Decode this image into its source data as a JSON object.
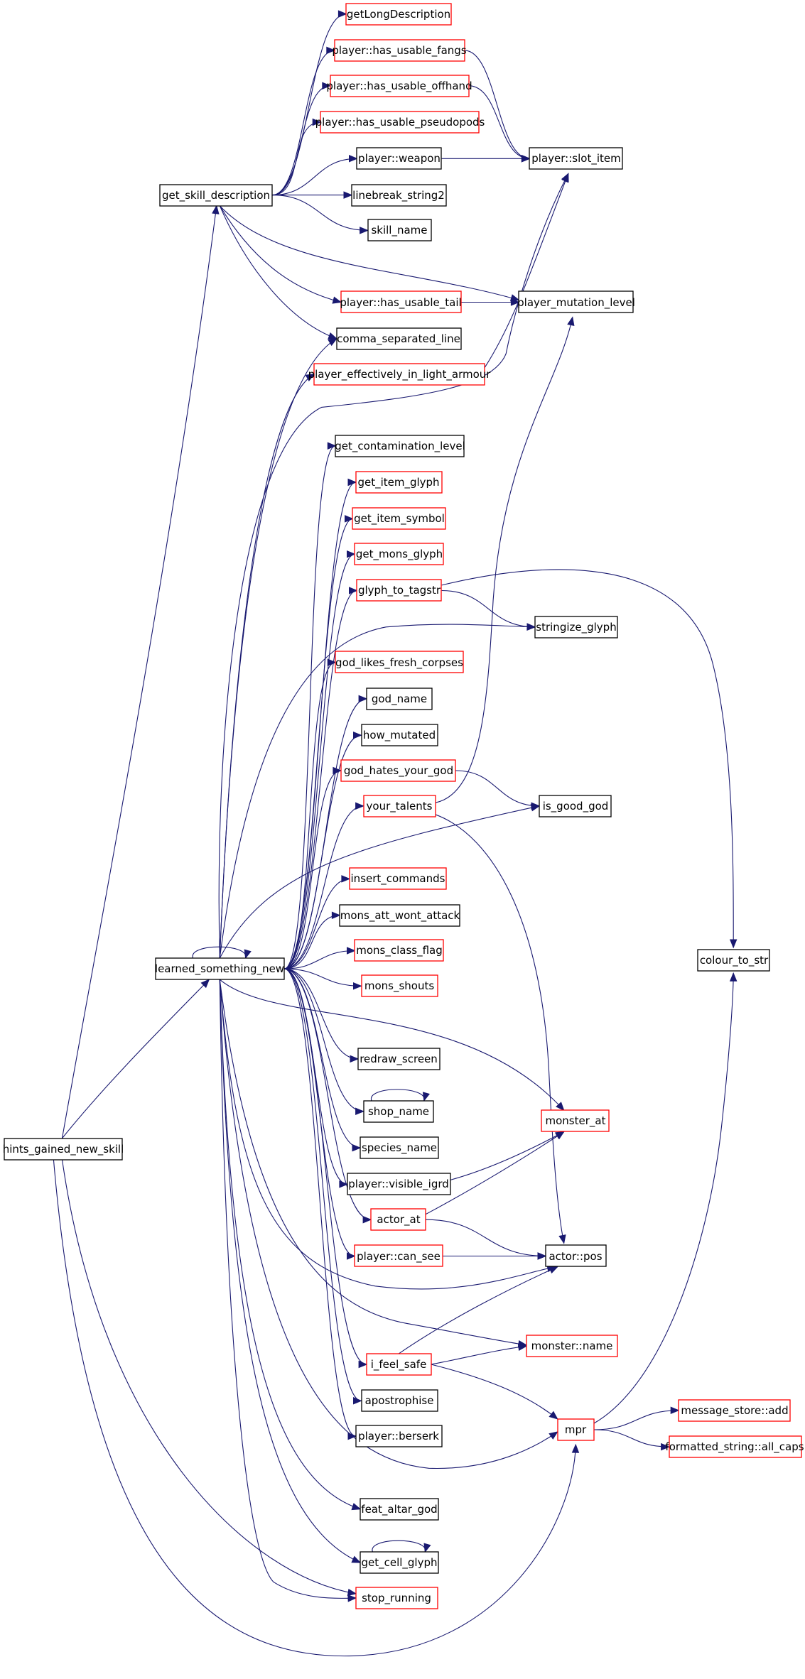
{
  "colors": {
    "edge": "#191970",
    "border_normal": "#000000",
    "border_truncated": "#ff0000",
    "root_fill": "#bfbfbf",
    "background": "#ffffff"
  },
  "nodes": [
    {
      "id": "hints_gained_new_skill",
      "label": "hints_gained_new_skill",
      "style": "root"
    },
    {
      "id": "get_skill_description",
      "label": "get_skill_description",
      "style": "normal"
    },
    {
      "id": "learned_something_new",
      "label": "learned_something_new",
      "style": "normal"
    },
    {
      "id": "getLongDescription",
      "label": "getLongDescription",
      "style": "truncated"
    },
    {
      "id": "has_usable_fangs",
      "label": "player::has_usable_fangs",
      "style": "truncated"
    },
    {
      "id": "has_usable_offhand",
      "label": "player::has_usable_offhand",
      "style": "truncated"
    },
    {
      "id": "has_usable_pseudopods",
      "label": "player::has_usable_pseudopods",
      "style": "truncated"
    },
    {
      "id": "player_weapon",
      "label": "player::weapon",
      "style": "normal"
    },
    {
      "id": "linebreak_string2",
      "label": "linebreak_string2",
      "style": "normal"
    },
    {
      "id": "skill_name",
      "label": "skill_name",
      "style": "normal"
    },
    {
      "id": "has_usable_tail",
      "label": "player::has_usable_tail",
      "style": "truncated"
    },
    {
      "id": "comma_separated_line",
      "label": "comma_separated_line",
      "style": "normal"
    },
    {
      "id": "player_effectively_in_light_armour",
      "label": "player_effectively_in_light_armour",
      "style": "truncated"
    },
    {
      "id": "slot_item",
      "label": "player::slot_item",
      "style": "normal"
    },
    {
      "id": "player_mutation_level",
      "label": "player_mutation_level",
      "style": "normal"
    },
    {
      "id": "get_contamination_level",
      "label": "get_contamination_level",
      "style": "normal"
    },
    {
      "id": "get_item_glyph",
      "label": "get_item_glyph",
      "style": "truncated"
    },
    {
      "id": "get_item_symbol",
      "label": "get_item_symbol",
      "style": "truncated"
    },
    {
      "id": "get_mons_glyph",
      "label": "get_mons_glyph",
      "style": "truncated"
    },
    {
      "id": "glyph_to_tagstr",
      "label": "glyph_to_tagstr",
      "style": "truncated"
    },
    {
      "id": "stringize_glyph",
      "label": "stringize_glyph",
      "style": "normal"
    },
    {
      "id": "god_likes_fresh_corpses",
      "label": "god_likes_fresh_corpses",
      "style": "truncated"
    },
    {
      "id": "god_name",
      "label": "god_name",
      "style": "normal"
    },
    {
      "id": "how_mutated",
      "label": "how_mutated",
      "style": "normal"
    },
    {
      "id": "god_hates_your_god",
      "label": "god_hates_your_god",
      "style": "truncated"
    },
    {
      "id": "your_talents",
      "label": "your_talents",
      "style": "truncated"
    },
    {
      "id": "is_good_god",
      "label": "is_good_god",
      "style": "normal"
    },
    {
      "id": "insert_commands",
      "label": "insert_commands",
      "style": "truncated"
    },
    {
      "id": "mons_att_wont_attack",
      "label": "mons_att_wont_attack",
      "style": "normal"
    },
    {
      "id": "mons_class_flag",
      "label": "mons_class_flag",
      "style": "truncated"
    },
    {
      "id": "mons_shouts",
      "label": "mons_shouts",
      "style": "truncated"
    },
    {
      "id": "colour_to_str",
      "label": "colour_to_str",
      "style": "normal"
    },
    {
      "id": "redraw_screen",
      "label": "redraw_screen",
      "style": "normal"
    },
    {
      "id": "shop_name",
      "label": "shop_name",
      "style": "normal"
    },
    {
      "id": "monster_at",
      "label": "monster_at",
      "style": "truncated"
    },
    {
      "id": "species_name",
      "label": "species_name",
      "style": "normal"
    },
    {
      "id": "visible_igrd",
      "label": "player::visible_igrd",
      "style": "normal"
    },
    {
      "id": "actor_at",
      "label": "actor_at",
      "style": "truncated"
    },
    {
      "id": "player_can_see",
      "label": "player::can_see",
      "style": "truncated"
    },
    {
      "id": "actor_pos",
      "label": "actor::pos",
      "style": "normal"
    },
    {
      "id": "monster_name",
      "label": "monster::name",
      "style": "truncated"
    },
    {
      "id": "i_feel_safe",
      "label": "i_feel_safe",
      "style": "truncated"
    },
    {
      "id": "apostrophise",
      "label": "apostrophise",
      "style": "normal"
    },
    {
      "id": "player_berserk",
      "label": "player::berserk",
      "style": "normal"
    },
    {
      "id": "mpr",
      "label": "mpr",
      "style": "truncated"
    },
    {
      "id": "message_store_add",
      "label": "message_store::add",
      "style": "truncated"
    },
    {
      "id": "formatted_string_all_caps",
      "label": "formatted_string::all_caps",
      "style": "truncated"
    },
    {
      "id": "feat_altar_god",
      "label": "feat_altar_god",
      "style": "normal"
    },
    {
      "id": "get_cell_glyph",
      "label": "get_cell_glyph",
      "style": "normal"
    },
    {
      "id": "stop_running",
      "label": "stop_running",
      "style": "truncated"
    }
  ],
  "edges": [
    [
      "hints_gained_new_skill",
      "get_skill_description"
    ],
    [
      "hints_gained_new_skill",
      "learned_something_new"
    ],
    [
      "hints_gained_new_skill",
      "stop_running"
    ],
    [
      "hints_gained_new_skill",
      "mpr"
    ],
    [
      "get_skill_description",
      "getLongDescription"
    ],
    [
      "get_skill_description",
      "has_usable_fangs"
    ],
    [
      "get_skill_description",
      "has_usable_offhand"
    ],
    [
      "get_skill_description",
      "has_usable_pseudopods"
    ],
    [
      "get_skill_description",
      "player_weapon"
    ],
    [
      "get_skill_description",
      "linebreak_string2"
    ],
    [
      "get_skill_description",
      "skill_name"
    ],
    [
      "get_skill_description",
      "has_usable_tail"
    ],
    [
      "get_skill_description",
      "comma_separated_line"
    ],
    [
      "get_skill_description",
      "player_mutation_level"
    ],
    [
      "has_usable_fangs",
      "slot_item"
    ],
    [
      "has_usable_offhand",
      "slot_item"
    ],
    [
      "player_weapon",
      "slot_item"
    ],
    [
      "has_usable_tail",
      "player_mutation_level"
    ],
    [
      "player_effectively_in_light_armour",
      "slot_item"
    ],
    [
      "learned_something_new",
      "learned_something_new"
    ],
    [
      "learned_something_new",
      "comma_separated_line"
    ],
    [
      "learned_something_new",
      "player_effectively_in_light_armour"
    ],
    [
      "learned_something_new",
      "slot_item"
    ],
    [
      "learned_something_new",
      "get_contamination_level"
    ],
    [
      "learned_something_new",
      "get_item_glyph"
    ],
    [
      "learned_something_new",
      "get_item_symbol"
    ],
    [
      "learned_something_new",
      "get_mons_glyph"
    ],
    [
      "learned_something_new",
      "glyph_to_tagstr"
    ],
    [
      "learned_something_new",
      "stringize_glyph"
    ],
    [
      "learned_something_new",
      "god_likes_fresh_corpses"
    ],
    [
      "learned_something_new",
      "god_name"
    ],
    [
      "learned_something_new",
      "how_mutated"
    ],
    [
      "learned_something_new",
      "god_hates_your_god"
    ],
    [
      "learned_something_new",
      "your_talents"
    ],
    [
      "learned_something_new",
      "is_good_god"
    ],
    [
      "learned_something_new",
      "insert_commands"
    ],
    [
      "learned_something_new",
      "mons_att_wont_attack"
    ],
    [
      "learned_something_new",
      "mons_class_flag"
    ],
    [
      "learned_something_new",
      "mons_shouts"
    ],
    [
      "learned_something_new",
      "redraw_screen"
    ],
    [
      "learned_something_new",
      "monster_at"
    ],
    [
      "learned_something_new",
      "shop_name"
    ],
    [
      "learned_something_new",
      "species_name"
    ],
    [
      "learned_something_new",
      "visible_igrd"
    ],
    [
      "learned_something_new",
      "actor_at"
    ],
    [
      "learned_something_new",
      "player_can_see"
    ],
    [
      "learned_something_new",
      "actor_pos"
    ],
    [
      "learned_something_new",
      "monster_name"
    ],
    [
      "learned_something_new",
      "i_feel_safe"
    ],
    [
      "learned_something_new",
      "apostrophise"
    ],
    [
      "learned_something_new",
      "player_berserk"
    ],
    [
      "learned_something_new",
      "mpr"
    ],
    [
      "learned_something_new",
      "feat_altar_god"
    ],
    [
      "learned_something_new",
      "get_cell_glyph"
    ],
    [
      "learned_something_new",
      "stop_running"
    ],
    [
      "glyph_to_tagstr",
      "stringize_glyph"
    ],
    [
      "glyph_to_tagstr",
      "colour_to_str"
    ],
    [
      "god_hates_your_god",
      "is_good_god"
    ],
    [
      "your_talents",
      "player_mutation_level"
    ],
    [
      "your_talents",
      "actor_pos"
    ],
    [
      "shop_name",
      "shop_name"
    ],
    [
      "visible_igrd",
      "monster_at"
    ],
    [
      "actor_at",
      "monster_at"
    ],
    [
      "actor_at",
      "actor_pos"
    ],
    [
      "player_can_see",
      "actor_pos"
    ],
    [
      "i_feel_safe",
      "actor_pos"
    ],
    [
      "i_feel_safe",
      "monster_name"
    ],
    [
      "i_feel_safe",
      "mpr"
    ],
    [
      "mpr",
      "colour_to_str"
    ],
    [
      "mpr",
      "message_store_add"
    ],
    [
      "mpr",
      "formatted_string_all_caps"
    ],
    [
      "get_cell_glyph",
      "get_cell_glyph"
    ]
  ]
}
